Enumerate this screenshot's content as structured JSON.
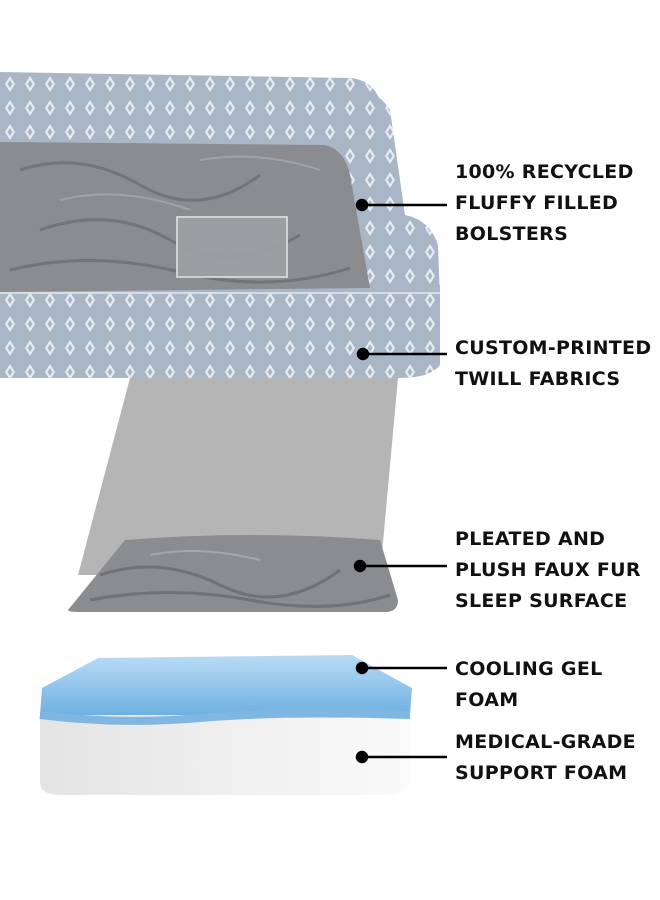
{
  "callouts": [
    {
      "lines": [
        "100% RECYCLED",
        "FLUFFY FILLED",
        "BOLSTERS"
      ]
    },
    {
      "lines": [
        "CUSTOM-PRINTED",
        "TWILL FABRICS"
      ]
    },
    {
      "lines": [
        "PLEATED AND",
        "PLUSH FAUX FUR",
        "SLEEP SURFACE"
      ]
    },
    {
      "lines": [
        "COOLING GEL",
        "FOAM"
      ]
    },
    {
      "lines": [
        "MEDICAL-GRADE",
        "SUPPORT FOAM"
      ]
    }
  ],
  "colors": {
    "bolster_fabric": "#a9b6c6",
    "fur": "#8a8c8f",
    "gel_foam": "#8ec3ea",
    "support_foam": "#eeeeee",
    "callout_text": "#111111",
    "leader": "#000000"
  }
}
